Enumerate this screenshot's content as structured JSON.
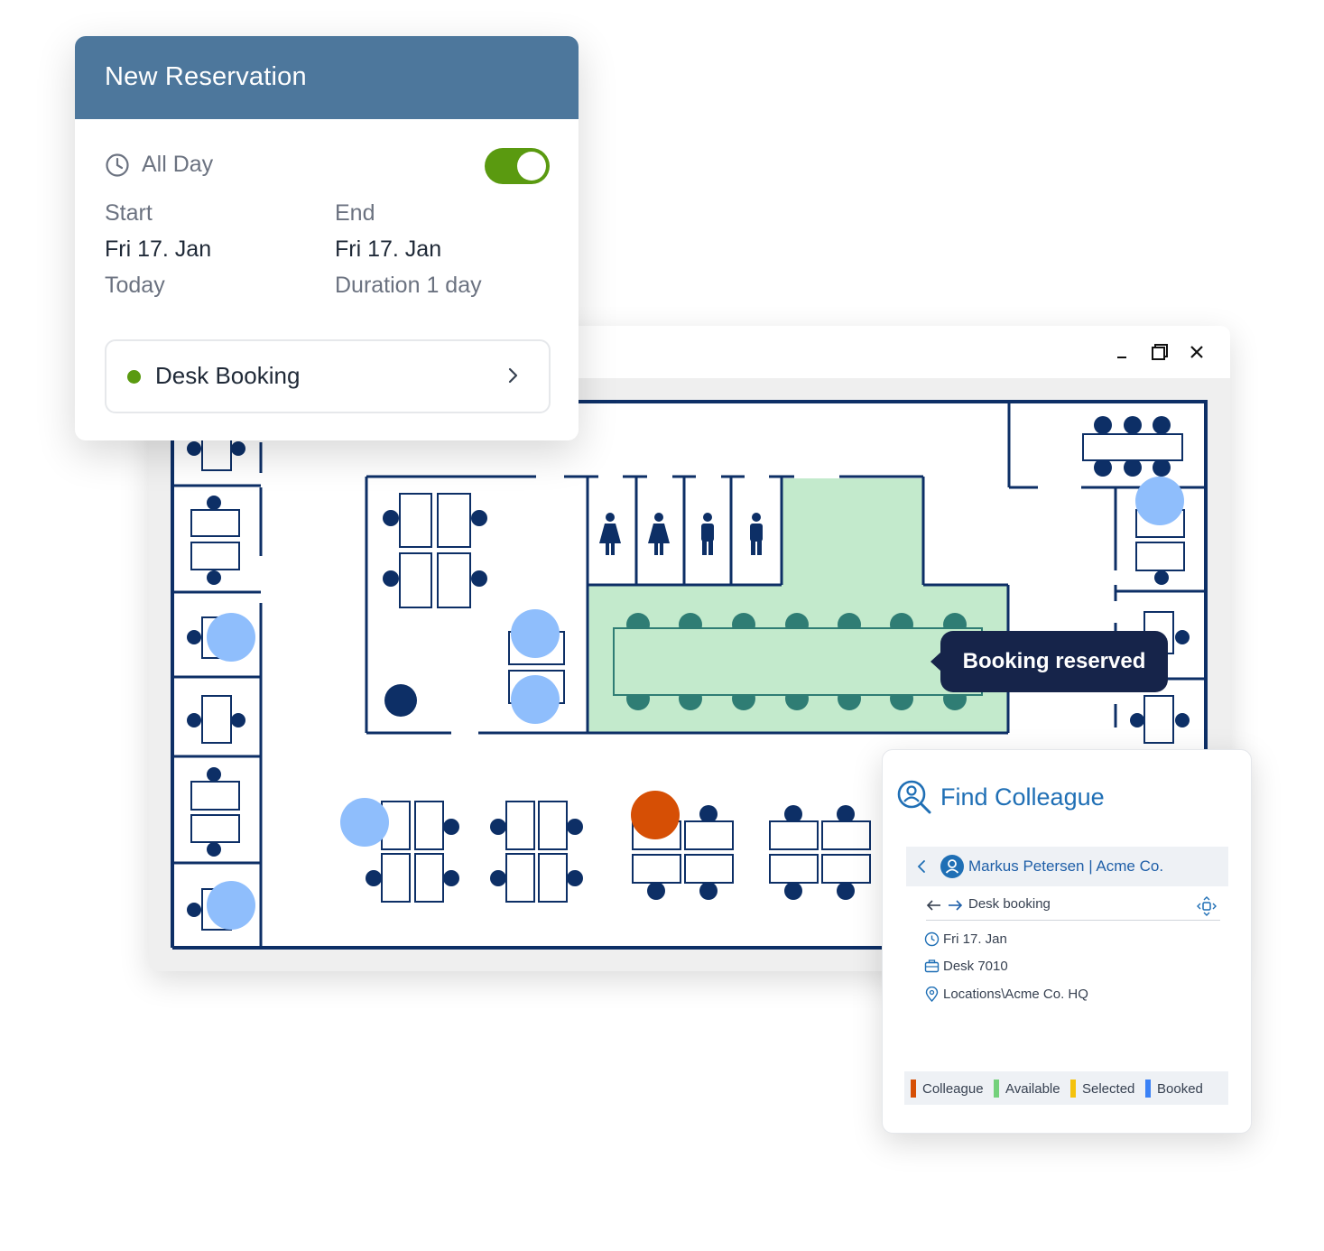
{
  "reservation": {
    "title": "New Reservation",
    "all_day_label": "All Day",
    "all_day_enabled": true,
    "start_label": "Start",
    "start_date": "Fri 17. Jan",
    "start_note": "Today",
    "end_label": "End",
    "end_date": "Fri 17. Jan",
    "end_note": "Duration 1 day",
    "booking_type": "Desk Booking",
    "booking_status_color": "#5a9a10"
  },
  "window": {
    "icons": [
      "minimize-icon",
      "restore-icon",
      "close-icon"
    ]
  },
  "tooltip": {
    "text": "Booking reserved"
  },
  "colleague": {
    "title": "Find Colleague",
    "person": "Markus Petersen | Acme Co.",
    "nav_label": "Desk booking",
    "date": "Fri 17. Jan",
    "desk": "Desk 7010",
    "location": "Locations\\Acme Co. HQ",
    "legend": [
      {
        "label": "Colleague",
        "color": "#d64f05"
      },
      {
        "label": "Available",
        "color": "#74d17c"
      },
      {
        "label": "Selected",
        "color": "#f4c20d"
      },
      {
        "label": "Booked",
        "color": "#3b82f6"
      }
    ]
  },
  "colors": {
    "header": "#4d779c",
    "wall": "#0d2f66",
    "booked_marker": "#8fbefc",
    "colleague_marker": "#d64f05",
    "room_highlight": "#c3eacc",
    "meeting_chair": "#2f7d74"
  }
}
